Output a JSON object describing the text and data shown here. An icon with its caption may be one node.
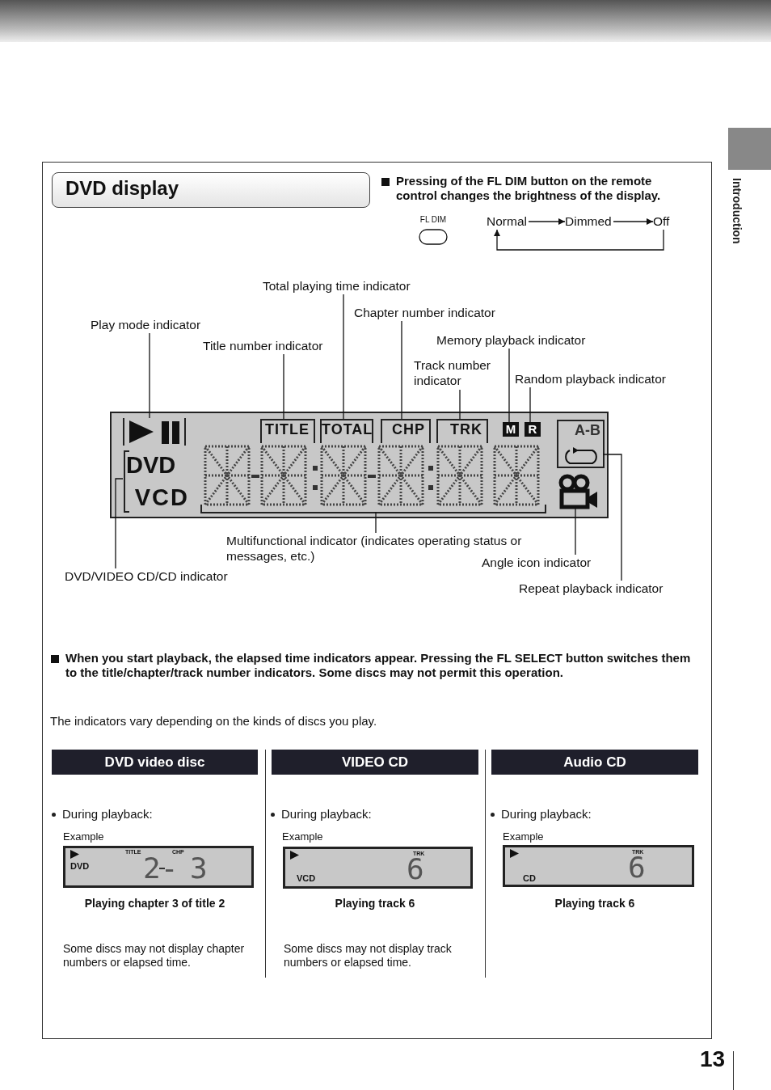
{
  "diagram": {
    "title": "DVD display",
    "nodes": [
      {
        "text": [
          "Normal"
        ]
      },
      {
        "text": [
          "Dimmed"
        ]
      },
      {
        "text": [
          "Off"
        ]
      },
      {
        "text": [
          "FL DIM"
        ]
      },
      {
        "text": [],
        "shape": "box"
      },
      {
        "text": [],
        "shape": "symbol",
        "in": 4
      },
      {
        "text": [
          "TITLE"
        ],
        "in": 4
      },
      {
        "text": [
          "TOTAL"
        ],
        "in": 4
      },
      {
        "text": [
          "CHP"
        ],
        "in": 4
      },
      {
        "text": [
          "TRK"
        ],
        "in": 4
      },
      {
        "text": [
          "M"
        ],
        "in": 4
      },
      {
        "text": [
          "R"
        ],
        "in": 4
      },
      {
        "text": [
          "A-B"
        ],
        "in": 4
      },
      {
        "text": [
          "DVD",
          "VCD"
        ],
        "in": 4
      },
      {
        "text": [],
        "shape": "bracket",
        "in": 4
      },
      {
        "text": [],
        "shape": "camera",
        "in": 4
      },
      {
        "text": [
          "Play mode indicator"
        ]
      },
      {
        "text": [
          "Title number indicator"
        ]
      },
      {
        "text": [
          "Total playing time indicator"
        ]
      },
      {
        "text": [
          "Chapter number indicator"
        ]
      },
      {
        "text": [
          "Track number indicator"
        ]
      },
      {
        "text": [
          "Memory playback indicator"
        ]
      },
      {
        "text": [
          "Random playback indicator"
        ]
      },
      {
        "text": [
          "Multifunctional indicator (indicates operating status or messages, etc.)"
        ]
      },
      {
        "text": [
          "DVD/VIDEO CD/CD indicator"
        ]
      },
      {
        "text": [
          "Angle icon indicator"
        ]
      },
      {
        "text": [
          "Repeat playback indicator"
        ]
      },
      {
        "text": [
          "DVD video disc"
        ]
      },
      {
        "text": [
          "VIDEO CD"
        ]
      },
      {
        "text": [
          "Audio CD"
        ]
      },
      {
        "text": [
          "TITLE",
          "CHP",
          "DVD",
          "2-",
          "3"
        ]
      },
      {
        "text": [
          "TRK",
          "VCD",
          "6"
        ]
      },
      {
        "text": [
          "TRK",
          "CD",
          "6"
        ]
      }
    ],
    "edges": [
      {
        "from": 0,
        "to": 1,
        "arrow": "to"
      },
      {
        "from": 1,
        "to": 2,
        "arrow": "to"
      },
      {
        "from": 2,
        "to": 0,
        "arrow": "to"
      },
      {
        "from": 16,
        "to": 5,
        "arrow": "none"
      },
      {
        "from": 17,
        "to": 6,
        "arrow": "none"
      },
      {
        "from": 18,
        "to": 7,
        "arrow": "none"
      },
      {
        "from": 19,
        "to": 8,
        "arrow": "none"
      },
      {
        "from": 20,
        "to": 9,
        "arrow": "none"
      },
      {
        "from": 21,
        "to": 10,
        "arrow": "none"
      },
      {
        "from": 22,
        "to": 11,
        "arrow": "none"
      },
      {
        "from": 23,
        "to": 14,
        "arrow": "none"
      },
      {
        "from": 24,
        "to": 13,
        "arrow": "none"
      },
      {
        "from": 25,
        "to": 15,
        "arrow": "none"
      },
      {
        "from": 26,
        "to": 12,
        "arrow": "none"
      }
    ],
    "labels": [
      "Introduction",
      "Pressing of the FL DIM button on the remote control changes the brightness of the display.",
      "When you start playback, the elapsed time indicators appear.  Pressing the FL SELECT button switches them to the title/chapter/track number indicators. Some discs may not permit this operation.",
      "The indicators vary depending on the kinds of discs you play.",
      "During playback:",
      "During playback:",
      "During playback:",
      "Example",
      "Example",
      "Example",
      "Playing chapter 3 of title 2",
      "Playing track 6",
      "Playing track 6",
      "Some discs may not display chapter numbers or elapsed time.",
      "Some discs may not display track numbers or elapsed time.",
      "13"
    ]
  }
}
